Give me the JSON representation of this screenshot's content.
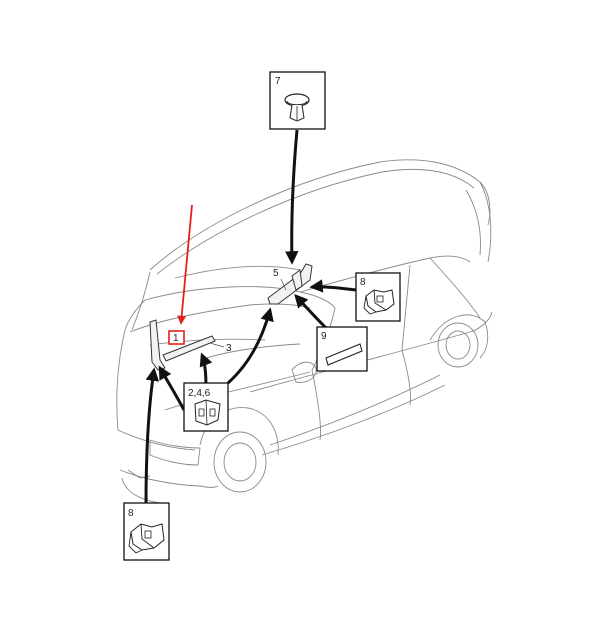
{
  "callouts": {
    "c1": "1",
    "c3": "3",
    "c5": "5",
    "c246": "2,4,6",
    "c7": "7",
    "c8_right": "8",
    "c8_bottom": "8",
    "c9": "9"
  },
  "colors": {
    "highlight_red": "#e0241c",
    "line_gray": "#8a8a8a",
    "arrow_black": "#111111"
  }
}
